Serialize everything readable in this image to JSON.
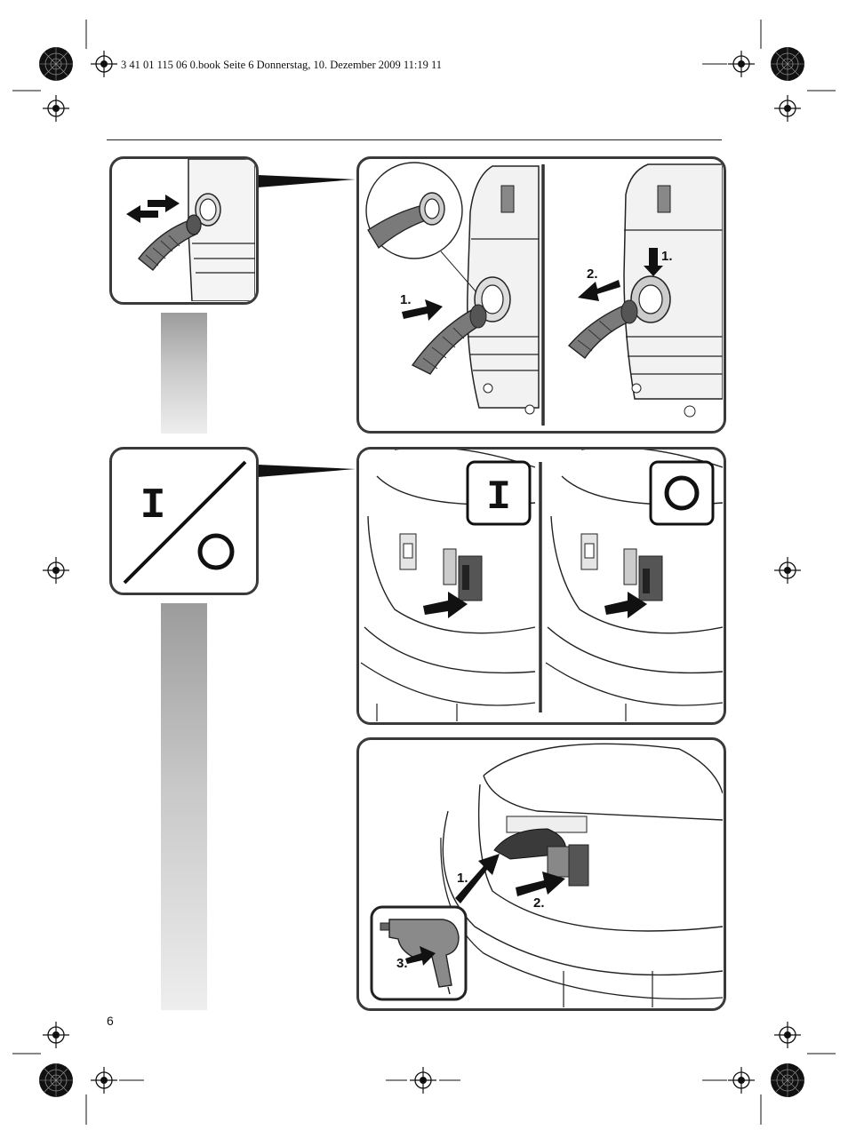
{
  "header": {
    "print_line": "3 41 01 115 06 0.book  Seite 6  Donnerstag, 10. Dezember 2009  11:19 11"
  },
  "page": {
    "number": "6"
  },
  "figures": {
    "hose": {
      "step1": "1.",
      "step2": "2.",
      "step1b": "1."
    },
    "switch": {
      "on_symbol": "I",
      "off_symbol": "O"
    },
    "tool": {
      "step1": "1.",
      "step2": "2.",
      "step3": "3."
    }
  },
  "colors": {
    "frame": "#3a3a3a",
    "arrow": "#1a1a1a",
    "hose": "#777777"
  }
}
